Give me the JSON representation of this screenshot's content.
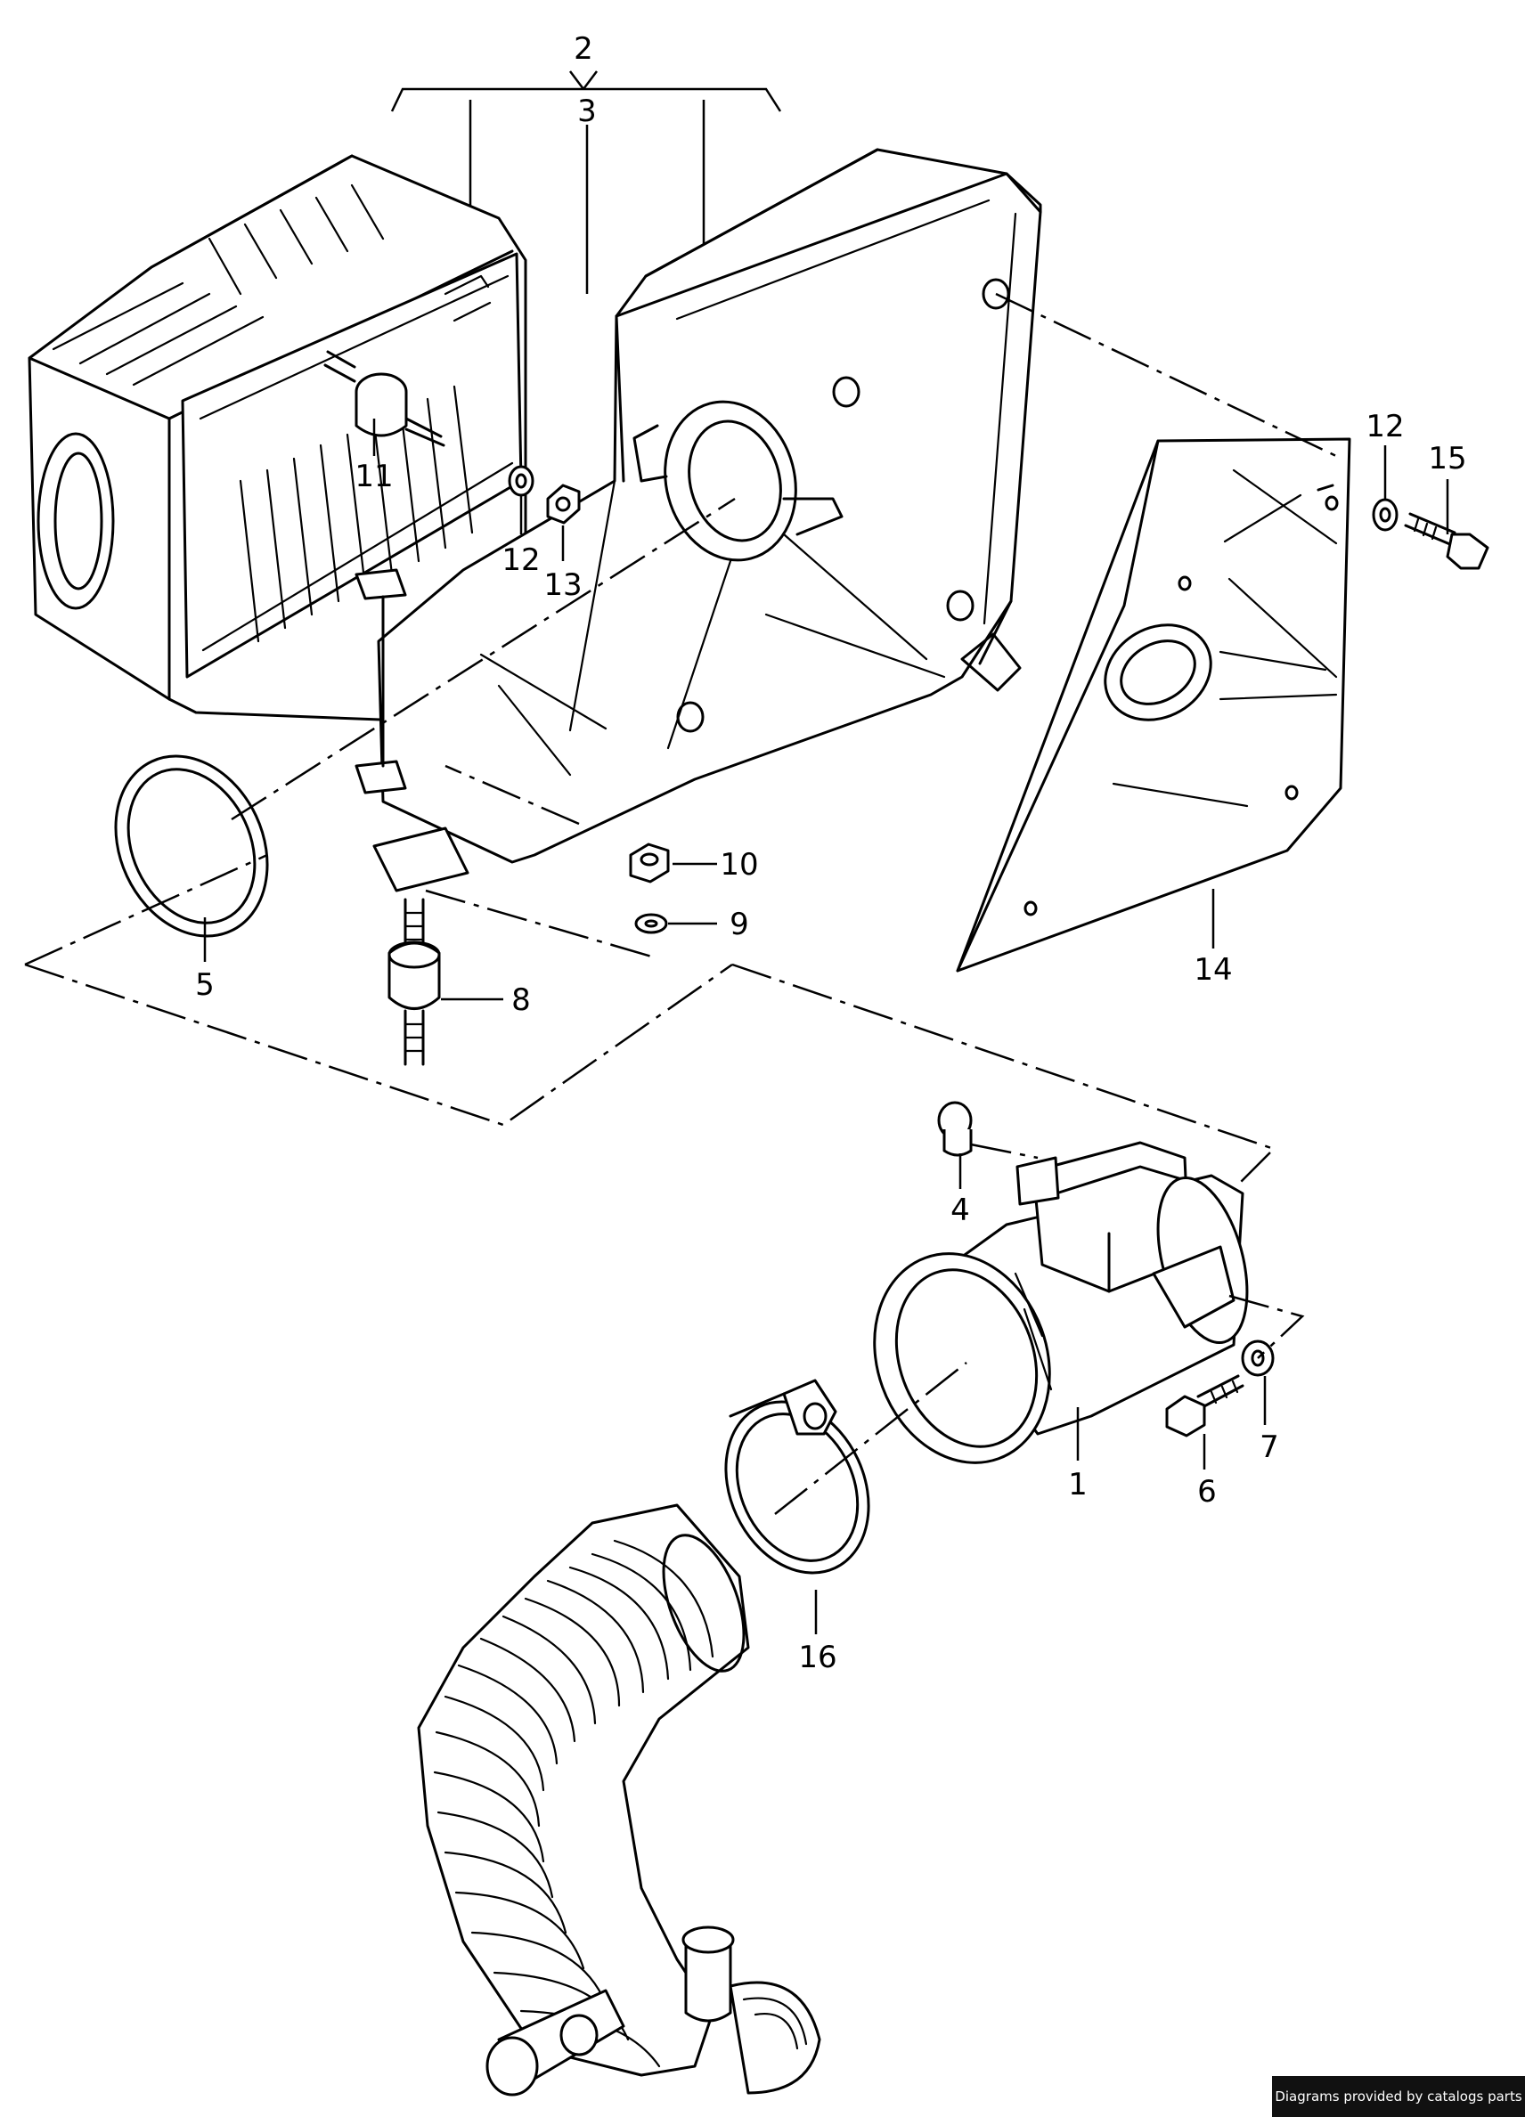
{
  "callouts": {
    "c1": "1",
    "c2": "2",
    "c3": "3",
    "c4": "4",
    "c5": "5",
    "c6": "6",
    "c7": "7",
    "c8": "8",
    "c9": "9",
    "c10": "10",
    "c11": "11",
    "c12a": "12",
    "c12b": "12",
    "c13": "13",
    "c14": "14",
    "c15": "15",
    "c16": "16"
  },
  "credit": "Diagrams provided by catalogs parts"
}
